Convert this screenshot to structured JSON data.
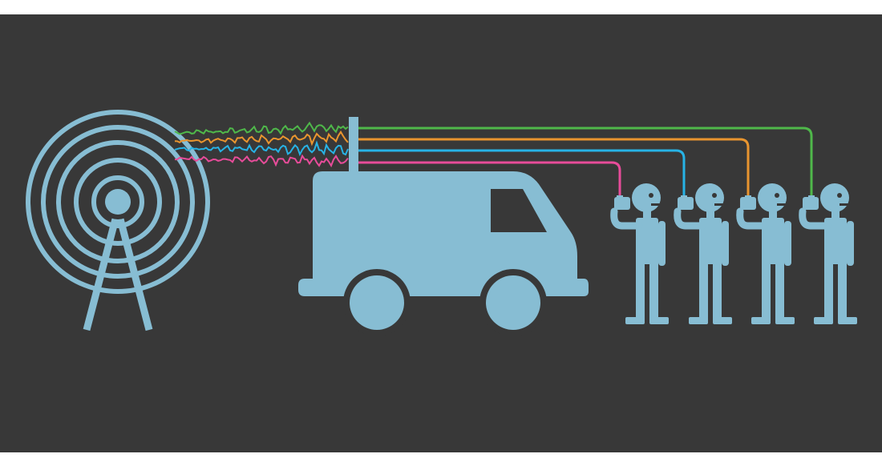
{
  "colors": {
    "page": "#ffffff",
    "panel": "#383838",
    "figure": "#87bdd3",
    "signal_green": "#4fb84a",
    "signal_orange": "#e9952f",
    "signal_blue": "#27b3e6",
    "signal_pink": "#e84c9a"
  },
  "icons": {
    "tower": "radio-tower-icon",
    "van": "surveillance-van-icon",
    "person": "person-with-phone-icon"
  },
  "signals": [
    "green",
    "orange",
    "blue",
    "pink"
  ],
  "people_count": 4
}
